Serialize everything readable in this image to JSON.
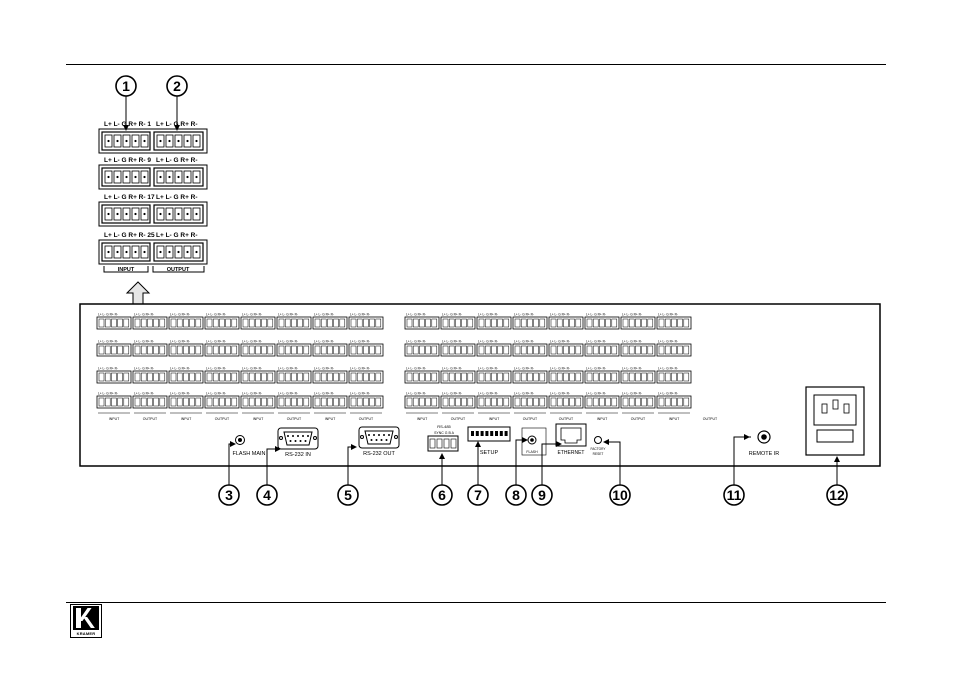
{
  "callouts": [
    "1",
    "2",
    "3",
    "4",
    "5",
    "6",
    "7",
    "8",
    "9",
    "10",
    "11",
    "12"
  ],
  "detail": {
    "row_labels": [
      "L+ L- G R+ R- 1",
      "L+ L- G R+ R- 9",
      "L+ L- G R+ R- 17",
      "L+ L- G R+ R- 25"
    ],
    "right_labels": "L+ L- G R+ R-",
    "input_label": "INPUT",
    "output_label": "OUTPUT"
  },
  "panel": {
    "group_labels": [
      "INPUT",
      "OUTPUT",
      "INPUT",
      "OUTPUT",
      "INPUT",
      "OUTPUT",
      "INPUT",
      "OUTPUT",
      "INPUT",
      "OUTPUT",
      "INPUT",
      "OUTPUT",
      "OUTPUT",
      "INPUT",
      "OUTPUT",
      "INPUT",
      "OUTPUT"
    ],
    "flash_main": "FLASH MAIN",
    "rs232_in": "RS-232 IN",
    "rs232_out": "RS-232 OUT",
    "rs485": "RS-485",
    "rs485_pins": "SYNC G B A",
    "setup": "SETUP",
    "flash": "FLASH",
    "ethernet": "ETHERNET",
    "factory_reset": "FACTORY RESET",
    "remote_ir": "REMOTE IR"
  },
  "logo": {
    "icon": "kramer-k-logo",
    "text": "KRAMER"
  },
  "colors": {
    "line": "#000000",
    "connector_fill": "#ffffff",
    "arrow_fill": "#e6e6e6"
  }
}
